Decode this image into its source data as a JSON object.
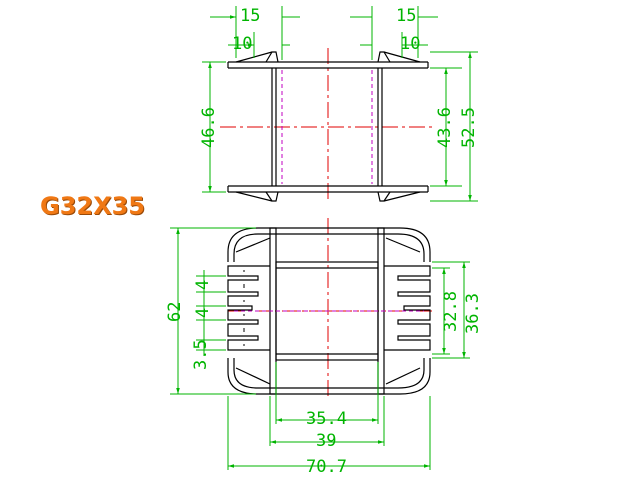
{
  "model_label": "G32X35",
  "colors": {
    "outline": "#000000",
    "dimension": "#00b400",
    "centerline": "#e00000",
    "hidden": "#c000c0",
    "label": "#f07814"
  },
  "top_view": {
    "dim_flange_left": "15",
    "dim_slot_left": "10",
    "dim_flange_right": "15",
    "dim_slot_right": "10",
    "dim_height_left": "46.6",
    "dim_height_inner": "43.6",
    "dim_height_overall": "52.5"
  },
  "front_view": {
    "dim_overall_height": "62",
    "dim_pin_pitch_a": "4",
    "dim_pin_pitch_b": "4",
    "dim_pin_offset": "3.5",
    "dim_window_height": "32.8",
    "dim_slot_height": "36.3",
    "dim_window_width": "35.4",
    "dim_flange_span": "39",
    "dim_overall_width": "70.7"
  }
}
